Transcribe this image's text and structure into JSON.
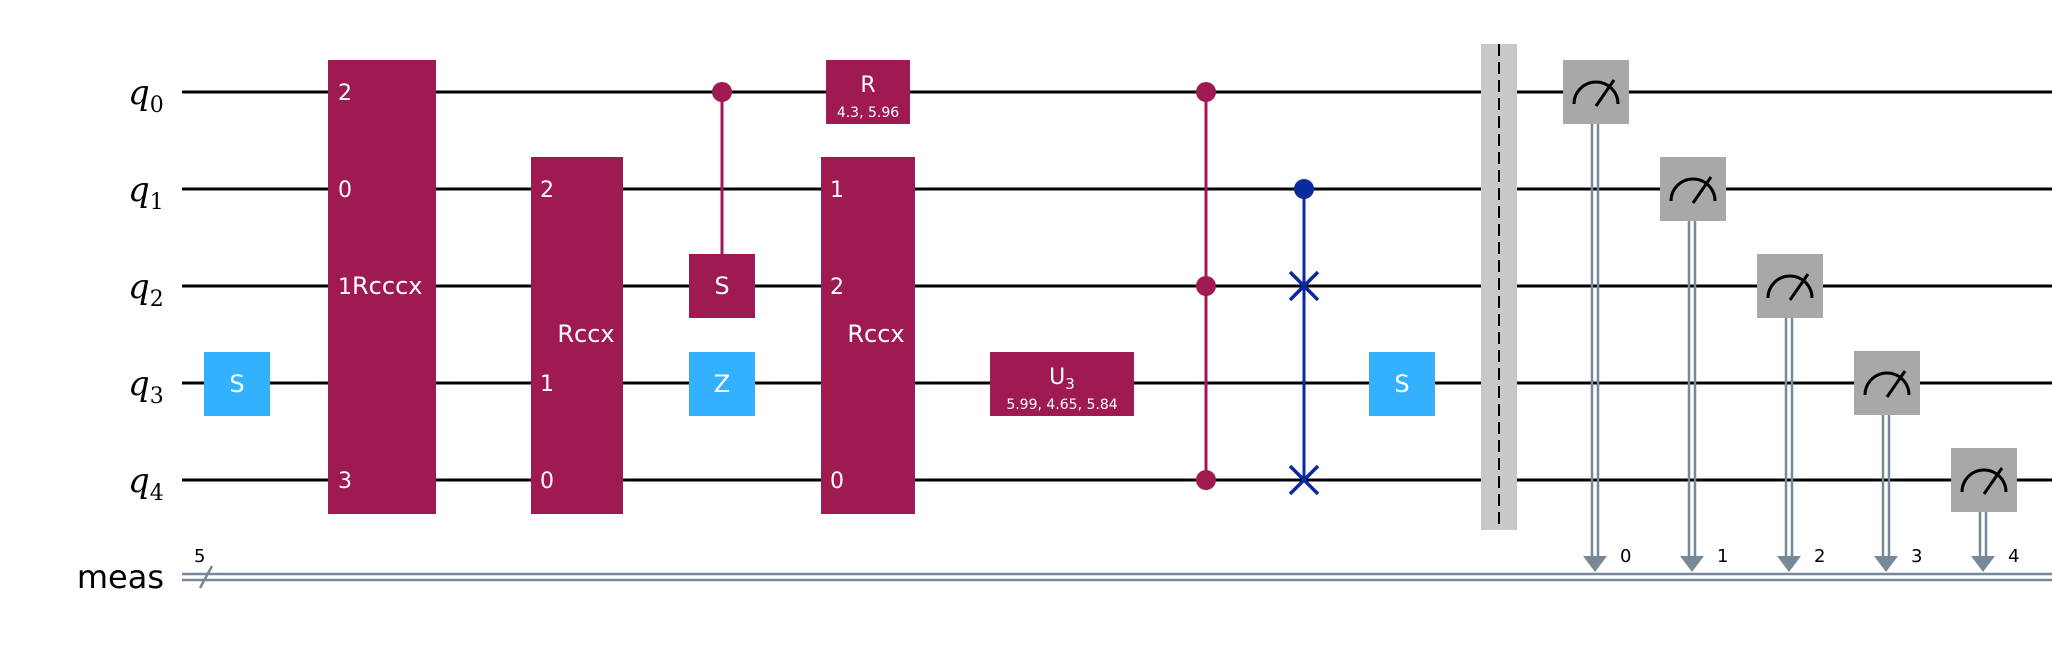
{
  "colors": {
    "multi_gate": "#a01a52",
    "single_gate": "#33b1ff",
    "swap": "#0b2a9e",
    "measure": "#a8a8a8",
    "barrier": "#c8c8c8",
    "classical": "#778899",
    "wire": "#000000"
  },
  "wires": {
    "qubits": [
      {
        "name": "q",
        "index": "0"
      },
      {
        "name": "q",
        "index": "1"
      },
      {
        "name": "q",
        "index": "2"
      },
      {
        "name": "q",
        "index": "3"
      },
      {
        "name": "q",
        "index": "4"
      }
    ],
    "classical": {
      "name": "meas",
      "size": "5"
    }
  },
  "gates": {
    "s_q3_first": "S",
    "rcccx": {
      "label": "Rcccx",
      "pins": [
        "2",
        "0",
        "1",
        "3"
      ]
    },
    "rccx_a": {
      "label": "Rccx",
      "pins": [
        "2",
        "1",
        "0"
      ]
    },
    "cs": "S",
    "z": "Z",
    "r": {
      "label": "R",
      "params": "4.3, 5.96"
    },
    "rccx_b": {
      "label": "Rccx",
      "pins": [
        "1",
        "2",
        "0"
      ]
    },
    "u3": {
      "label": "U",
      "sub": "3",
      "params": "5.99, 4.65, 5.84"
    },
    "s_q3_second": "S"
  },
  "measurements": {
    "bits": [
      "0",
      "1",
      "2",
      "3",
      "4"
    ]
  }
}
